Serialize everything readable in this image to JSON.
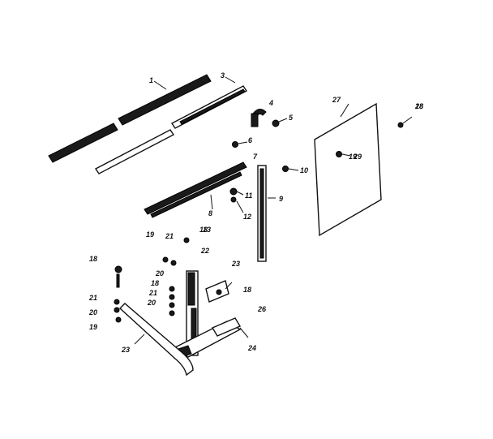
{
  "diagram": {
    "callouts": [
      {
        "id": "c1",
        "text": "1"
      },
      {
        "id": "c3",
        "text": "3"
      },
      {
        "id": "c4",
        "text": "4"
      },
      {
        "id": "c5",
        "text": "5"
      },
      {
        "id": "c6",
        "text": "6"
      },
      {
        "id": "c7",
        "text": "7"
      },
      {
        "id": "c8",
        "text": "8"
      },
      {
        "id": "c9",
        "text": "9"
      },
      {
        "id": "c10",
        "text": "10"
      },
      {
        "id": "c11",
        "text": "11"
      },
      {
        "id": "c12",
        "text": "12"
      },
      {
        "id": "c13",
        "text": "13"
      },
      {
        "id": "c18a",
        "text": "18"
      },
      {
        "id": "c18b",
        "text": "18"
      },
      {
        "id": "c18c",
        "text": "18"
      },
      {
        "id": "c18d",
        "text": "18"
      },
      {
        "id": "c18e",
        "text": "18"
      },
      {
        "id": "c19a",
        "text": "19"
      },
      {
        "id": "c19b",
        "text": "19"
      },
      {
        "id": "c19c",
        "text": "19"
      },
      {
        "id": "c20a",
        "text": "20"
      },
      {
        "id": "c20b",
        "text": "20"
      },
      {
        "id": "c20c",
        "text": "20"
      },
      {
        "id": "c21a",
        "text": "21"
      },
      {
        "id": "c21b",
        "text": "21"
      },
      {
        "id": "c21c",
        "text": "21"
      },
      {
        "id": "c22",
        "text": "22"
      },
      {
        "id": "c23a",
        "text": "23"
      },
      {
        "id": "c23b",
        "text": "23"
      },
      {
        "id": "c24",
        "text": "24"
      },
      {
        "id": "c26",
        "text": "26"
      },
      {
        "id": "c27",
        "text": "27"
      },
      {
        "id": "c28",
        "text": "28"
      },
      {
        "id": "c29",
        "text": "29"
      }
    ]
  }
}
